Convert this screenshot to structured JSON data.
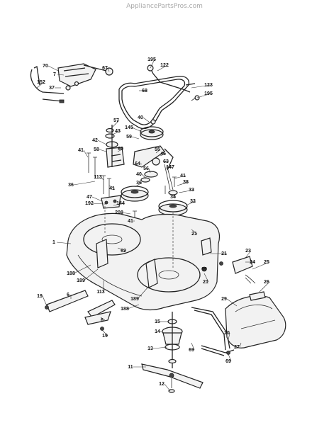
{
  "watermark": "AppliancePartsPros.com",
  "labels": [
    {
      "id": "70",
      "text": "70"
    },
    {
      "id": "67",
      "text": "67"
    },
    {
      "id": "7",
      "text": "7"
    },
    {
      "id": "152",
      "text": "152"
    },
    {
      "id": "37",
      "text": "37"
    },
    {
      "id": "195a",
      "text": "195"
    },
    {
      "id": "122",
      "text": "122"
    },
    {
      "id": "68",
      "text": "68"
    },
    {
      "id": "123",
      "text": "123"
    },
    {
      "id": "195b",
      "text": "195"
    },
    {
      "id": "57",
      "text": "57"
    },
    {
      "id": "43",
      "text": "43"
    },
    {
      "id": "40a",
      "text": "40"
    },
    {
      "id": "145",
      "text": "145"
    },
    {
      "id": "59",
      "text": "59"
    },
    {
      "id": "42",
      "text": "42"
    },
    {
      "id": "58",
      "text": "58"
    },
    {
      "id": "60",
      "text": "60"
    },
    {
      "id": "55",
      "text": "55"
    },
    {
      "id": "46",
      "text": "46"
    },
    {
      "id": "41a",
      "text": "41"
    },
    {
      "id": "64",
      "text": "64"
    },
    {
      "id": "63",
      "text": "63"
    },
    {
      "id": "147",
      "text": "147"
    },
    {
      "id": "56",
      "text": "56"
    },
    {
      "id": "40b",
      "text": "40"
    },
    {
      "id": "41b",
      "text": "41"
    },
    {
      "id": "36a",
      "text": "36"
    },
    {
      "id": "36b",
      "text": "36"
    },
    {
      "id": "38",
      "text": "38"
    },
    {
      "id": "113a",
      "text": "113"
    },
    {
      "id": "41c",
      "text": "41"
    },
    {
      "id": "33",
      "text": "33"
    },
    {
      "id": "47",
      "text": "47"
    },
    {
      "id": "34",
      "text": "34"
    },
    {
      "id": "192",
      "text": "192"
    },
    {
      "id": "144",
      "text": "144"
    },
    {
      "id": "32",
      "text": "32"
    },
    {
      "id": "208",
      "text": "208"
    },
    {
      "id": "41d",
      "text": "41"
    },
    {
      "id": "1",
      "text": "1"
    },
    {
      "id": "21a",
      "text": "21"
    },
    {
      "id": "62",
      "text": "62"
    },
    {
      "id": "21b",
      "text": "21"
    },
    {
      "id": "23",
      "text": "23"
    },
    {
      "id": "188a",
      "text": "188"
    },
    {
      "id": "24",
      "text": "24"
    },
    {
      "id": "25",
      "text": "25"
    },
    {
      "id": "69a",
      "text": "69"
    },
    {
      "id": "189a",
      "text": "189"
    },
    {
      "id": "113b",
      "text": "113"
    },
    {
      "id": "21c",
      "text": "21"
    },
    {
      "id": "26",
      "text": "26"
    },
    {
      "id": "19a",
      "text": "19"
    },
    {
      "id": "6a",
      "text": "6"
    },
    {
      "id": "189b",
      "text": "189"
    },
    {
      "id": "188b",
      "text": "188"
    },
    {
      "id": "29",
      "text": "29"
    },
    {
      "id": "15",
      "text": "15"
    },
    {
      "id": "6b",
      "text": "6"
    },
    {
      "id": "19b",
      "text": "19"
    },
    {
      "id": "14",
      "text": "14"
    },
    {
      "id": "20",
      "text": "20"
    },
    {
      "id": "27",
      "text": "27"
    },
    {
      "id": "69b",
      "text": "69"
    },
    {
      "id": "13",
      "text": "13"
    },
    {
      "id": "69c",
      "text": "69"
    },
    {
      "id": "11",
      "text": "11"
    },
    {
      "id": "12",
      "text": "12"
    }
  ]
}
